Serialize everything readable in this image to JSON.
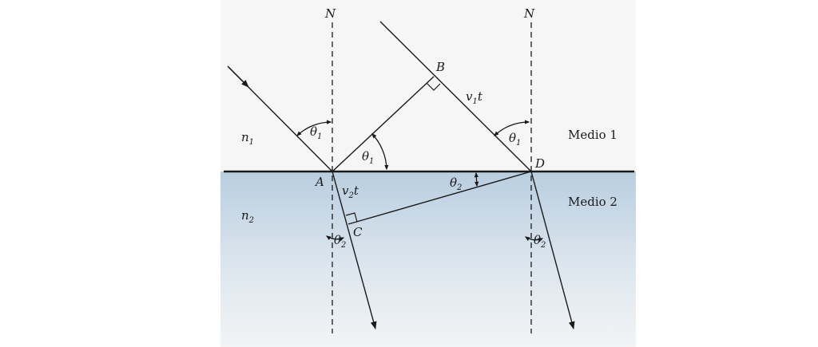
{
  "labels": {
    "normal_left": "N",
    "normal_right": "N",
    "point_a": "A",
    "point_b": "B",
    "point_c": "C",
    "point_d": "D",
    "n1_base": "n",
    "n1_sub": "1",
    "n2_base": "n",
    "n2_sub": "2",
    "v1t_base": "v",
    "v1t_sub": "1",
    "v1t_t": "t",
    "v2t_base": "v",
    "v2t_sub": "2",
    "v2t_t": "t",
    "theta": "θ",
    "sub1": "1",
    "sub2": "2",
    "medio1": "Medio 1",
    "medio2": "Medio 2"
  },
  "colors": {
    "medium2_top": "#b9cee0",
    "medium2_bottom": "#f2f4f6",
    "medium1": "#f6f6f7",
    "line": "#1a1a1a"
  }
}
